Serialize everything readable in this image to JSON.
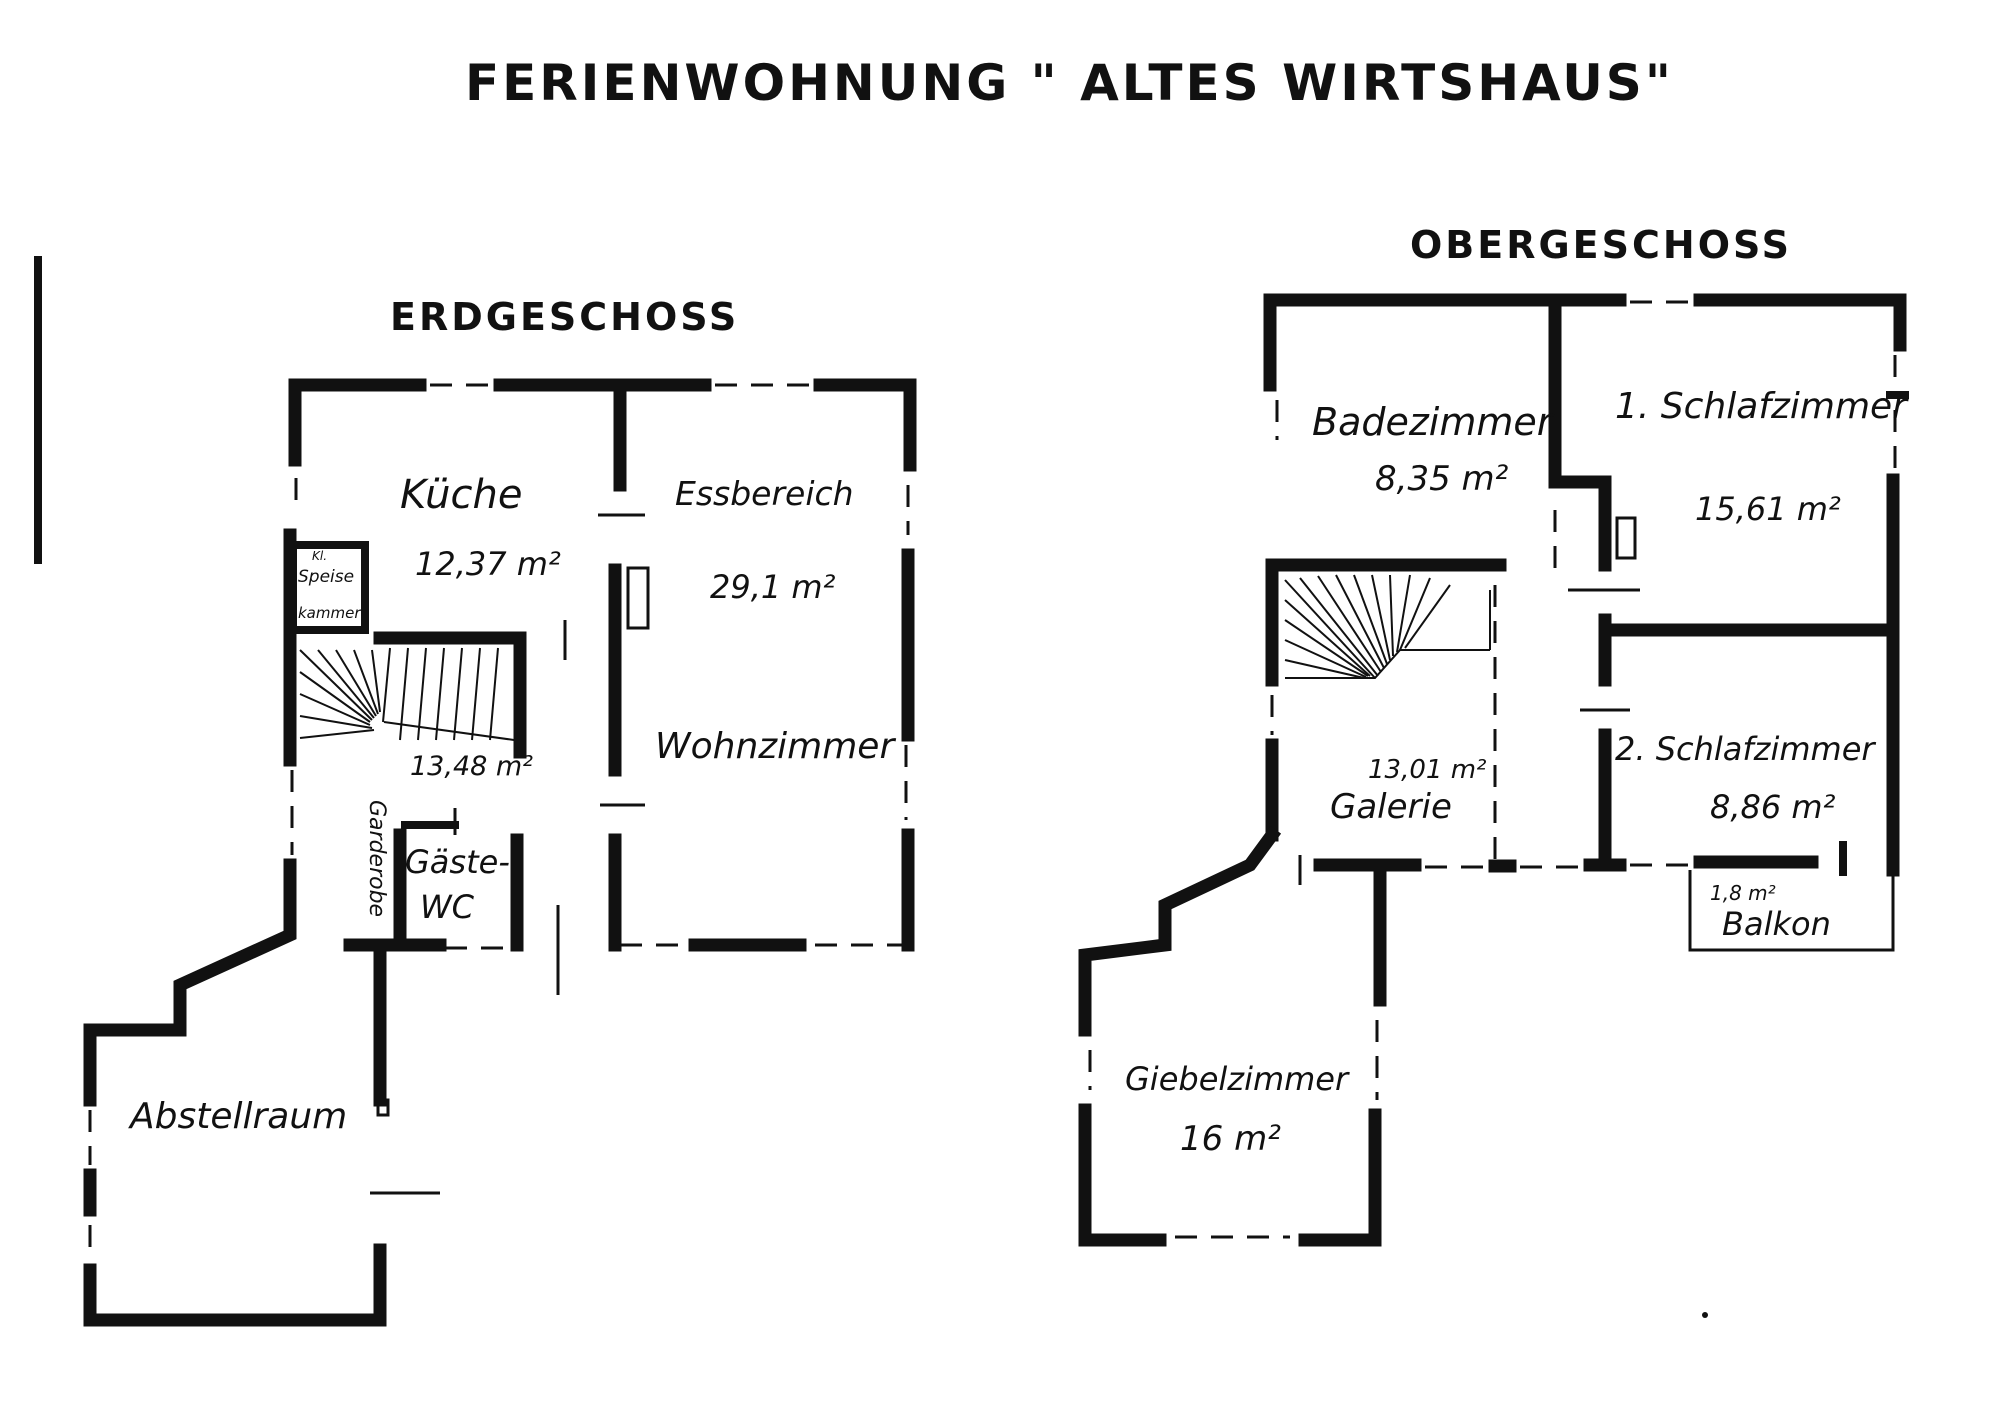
{
  "title": "FERIENWOHNUNG \" ALTES WIRTSHAUS\"",
  "ground_floor": {
    "heading": "ERDGESCHOSS",
    "rooms": {
      "kitchen": {
        "name": "Küche",
        "area": "12,37 m²"
      },
      "dining": {
        "name": "Essbereich",
        "area": "29,1 m²"
      },
      "pantry": {
        "lines": [
          "Kl.",
          "Speise",
          "kammer"
        ]
      },
      "hall": {
        "area": "13,48 m²"
      },
      "living": {
        "name": "Wohnzimmer"
      },
      "wardrobe": {
        "name": "Garderobe"
      },
      "guest_wc": {
        "name": "Gäste-",
        "name2": "WC"
      },
      "storage": {
        "name": "Abstellraum"
      }
    }
  },
  "upper_floor": {
    "heading": "OBERGESCHOSS",
    "rooms": {
      "bath": {
        "name": "Badezimmer",
        "area": "8,35 m²"
      },
      "bedroom1": {
        "name": "1. Schlafzimmer",
        "area": "15,61 m²"
      },
      "gallery": {
        "name": "Galerie",
        "area": "13,01 m²"
      },
      "bedroom2": {
        "name": "2. Schlafzimmer",
        "area": "8,86 m²"
      },
      "balcony": {
        "name": "Balkon",
        "area": "1,8 m²"
      },
      "gable": {
        "name": "Giebelzimmer",
        "area": "16 m²"
      }
    }
  }
}
